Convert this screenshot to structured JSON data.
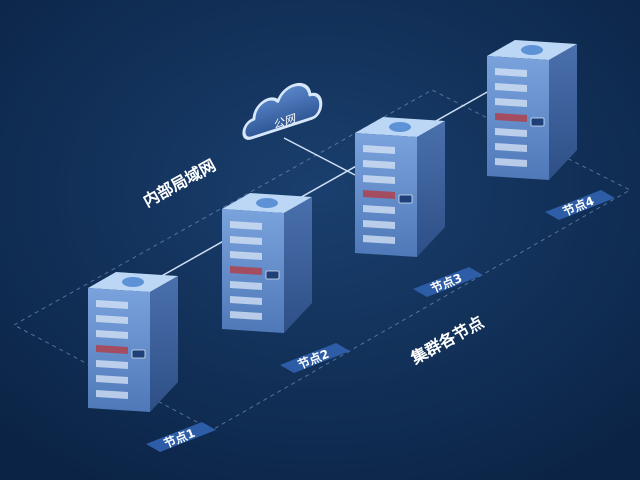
{
  "diagram": {
    "cloud_label": "公网",
    "lan_label": "内部局域网",
    "cluster_label": "集群各节点",
    "nodes": [
      {
        "label": "节点1"
      },
      {
        "label": "节点2"
      },
      {
        "label": "节点3"
      },
      {
        "label": "节点4"
      }
    ]
  },
  "colors": {
    "background": "#0e2a4e",
    "server_front": "#5d86c6",
    "server_side": "#3a5e9a",
    "server_top": "#bcd7f6",
    "tag": "#2d5da6",
    "alert_slot": "#a84a5a"
  }
}
